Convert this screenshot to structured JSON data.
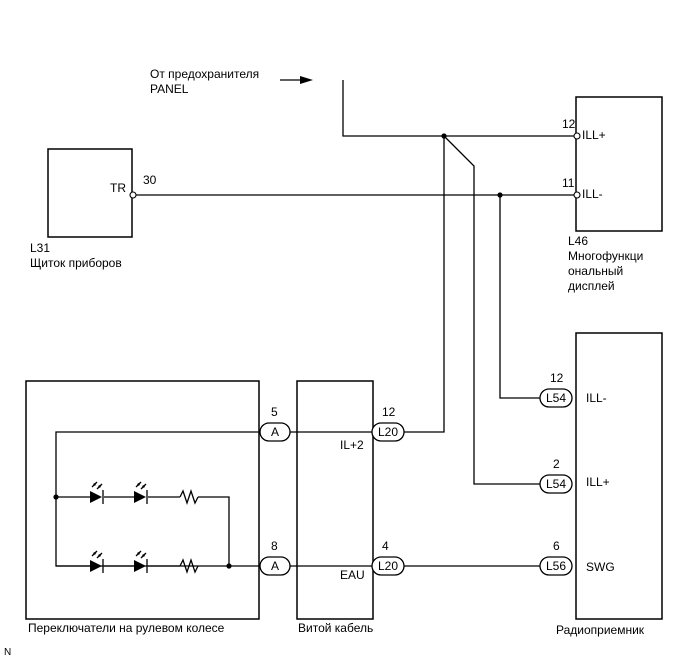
{
  "source": {
    "label_line1": "От предохранителя",
    "label_line2": "PANEL"
  },
  "components": {
    "l31": {
      "code": "L31",
      "name": "Щиток приборов",
      "pin_label": "TR",
      "pin_number": "30"
    },
    "l46": {
      "code": "L46",
      "name_line1": "Многофункци",
      "name_line2": "ональный",
      "name_line3": "дисплей",
      "pin_ill_plus_number": "12",
      "pin_ill_plus_label": "ILL+",
      "pin_ill_minus_number": "11",
      "pin_ill_minus_label": "ILL-"
    },
    "steering_switches": {
      "name": "Переключатели на рулевом колесе"
    },
    "spiral_cable": {
      "name": "Витой кабель",
      "pin_il2_label": "IL+2",
      "pin_eau_label": "EAU"
    },
    "radio": {
      "name": "Радиоприемник",
      "pin_ill_minus_label": "ILL-",
      "pin_ill_plus_label": "ILL+",
      "pin_swg_label": "SWG"
    }
  },
  "connectors": {
    "a_top": {
      "label": "A",
      "pin": "5"
    },
    "a_bottom": {
      "label": "A",
      "pin": "8"
    },
    "l20_top": {
      "label": "L20",
      "pin": "12"
    },
    "l20_bottom": {
      "label": "L20",
      "pin": "4"
    },
    "l54_top": {
      "label": "L54",
      "pin": "12"
    },
    "l54_bottom": {
      "label": "L54",
      "pin": "2"
    },
    "l56": {
      "label": "L56",
      "pin": "6"
    }
  },
  "corner_mark": "N"
}
